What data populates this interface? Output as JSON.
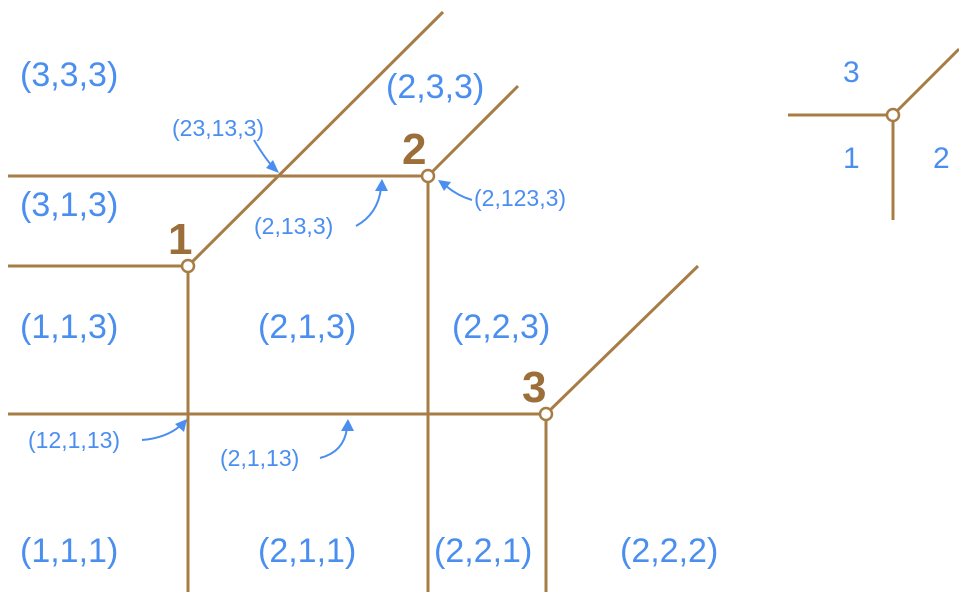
{
  "colors": {
    "edge": "#a77c45",
    "vertex_label": "#9c6f3a",
    "text": "#4a8ef0",
    "background": "#ffffff"
  },
  "vertices": {
    "v1": "1",
    "v2": "2",
    "v3": "3"
  },
  "regions": {
    "r333": "(3,3,3)",
    "r233": "(2,3,3)",
    "r313": "(3,1,3)",
    "r113": "(1,1,3)",
    "r213": "(2,1,3)",
    "r223": "(2,2,3)",
    "r111": "(1,1,1)",
    "r211": "(2,1,1)",
    "r221": "(2,2,1)",
    "r222": "(2,2,2)"
  },
  "edge_labels": {
    "e23_13_3": "(23,13,3)",
    "e2_13_3": "(2,13,3)",
    "e2_123_3": "(2,123,3)",
    "e12_1_13": "(12,1,13)",
    "e2_1_13": "(2,1,13)"
  },
  "legend": {
    "top": "3",
    "left": "1",
    "right": "2"
  }
}
